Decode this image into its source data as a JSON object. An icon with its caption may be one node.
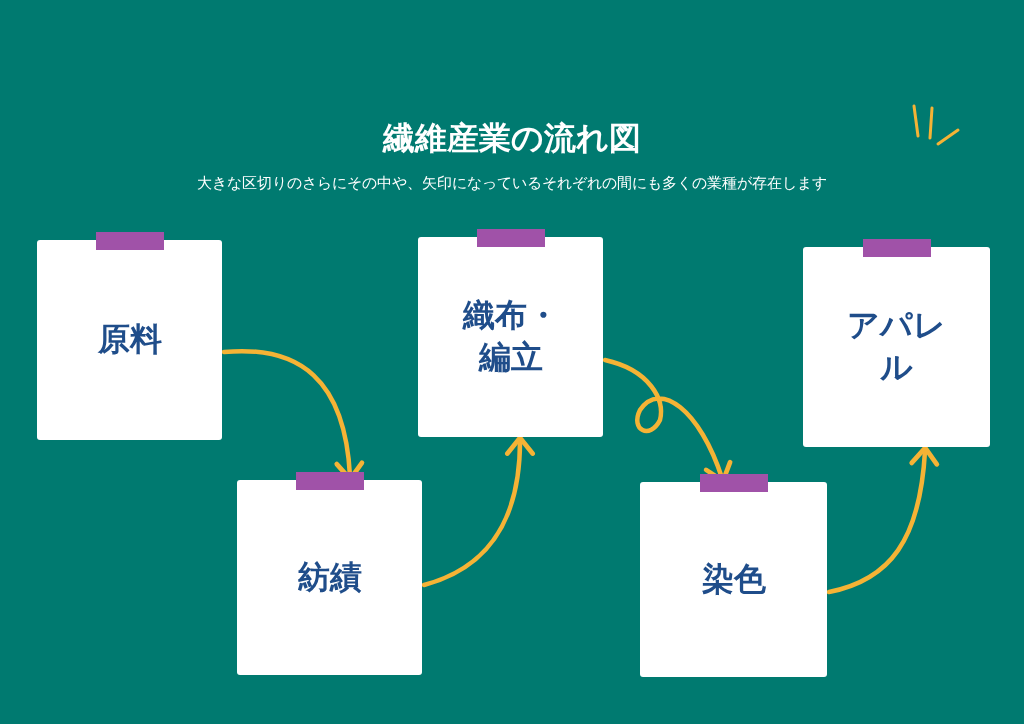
{
  "diagram": {
    "title": "繊維産業の流れ図",
    "nodes": [
      {
        "text": [
          "原料"
        ]
      },
      {
        "text": [
          "紡績"
        ]
      },
      {
        "text": [
          "織布・編立"
        ]
      },
      {
        "text": [
          "染色"
        ]
      },
      {
        "text": [
          "アパレル"
        ]
      }
    ],
    "edges": [
      {
        "from": 0,
        "to": 1,
        "arrow": "to"
      },
      {
        "from": 1,
        "to": 2,
        "arrow": "to"
      },
      {
        "from": 2,
        "to": 3,
        "arrow": "to"
      },
      {
        "from": 3,
        "to": 4,
        "arrow": "to"
      }
    ],
    "labels": [
      "大きな区切りのさらにその中や、矢印になっているそれぞれの間にも多くの業種が存在します"
    ]
  }
}
